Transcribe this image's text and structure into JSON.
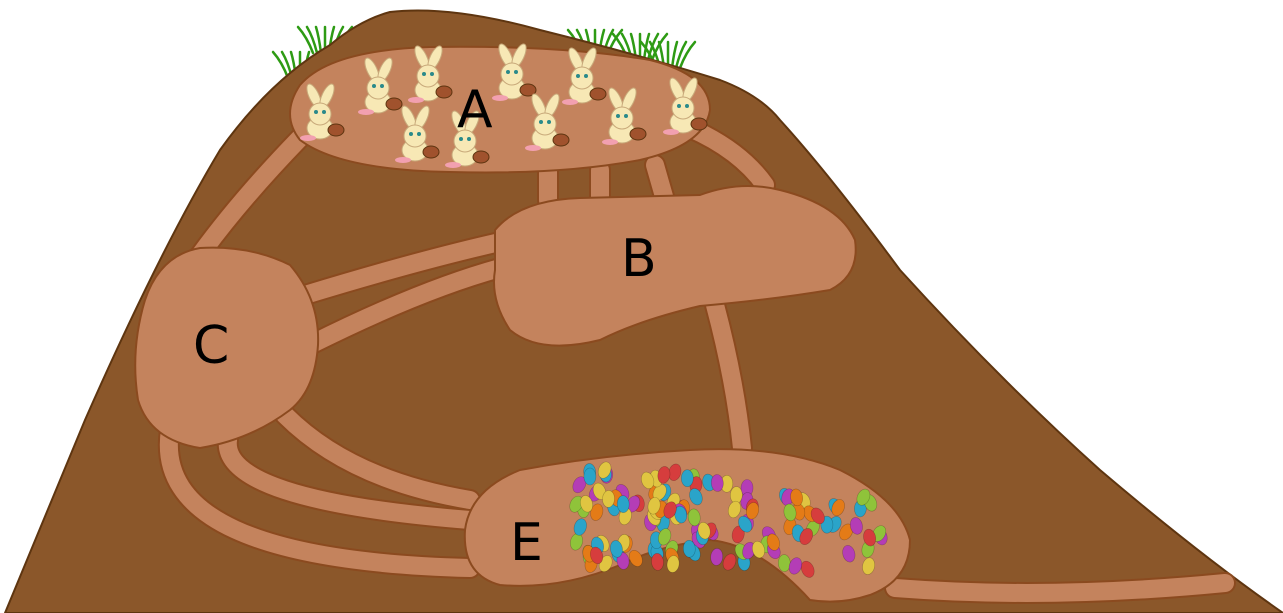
{
  "chambers": {
    "a": {
      "label": "A"
    },
    "b": {
      "label": "B"
    },
    "c": {
      "label": "C"
    },
    "e": {
      "label": "E"
    }
  },
  "colors": {
    "earth": "#8b572a",
    "earth_outline": "#5e3510",
    "tunnel": "#c4835d",
    "tunnel_outline": "#8b4a1f",
    "grass": "#2e9b14",
    "bunny": "#f7e8b5",
    "egg_colors": [
      "#2aa4c9",
      "#8fc33a",
      "#e0c541",
      "#b43db6",
      "#e47b17",
      "#d63d3d"
    ]
  },
  "counts": {
    "bunnies": 10
  },
  "icons": {
    "bunny": "bunny-icon",
    "egg": "easter-egg-icon",
    "grass": "grass-icon"
  }
}
